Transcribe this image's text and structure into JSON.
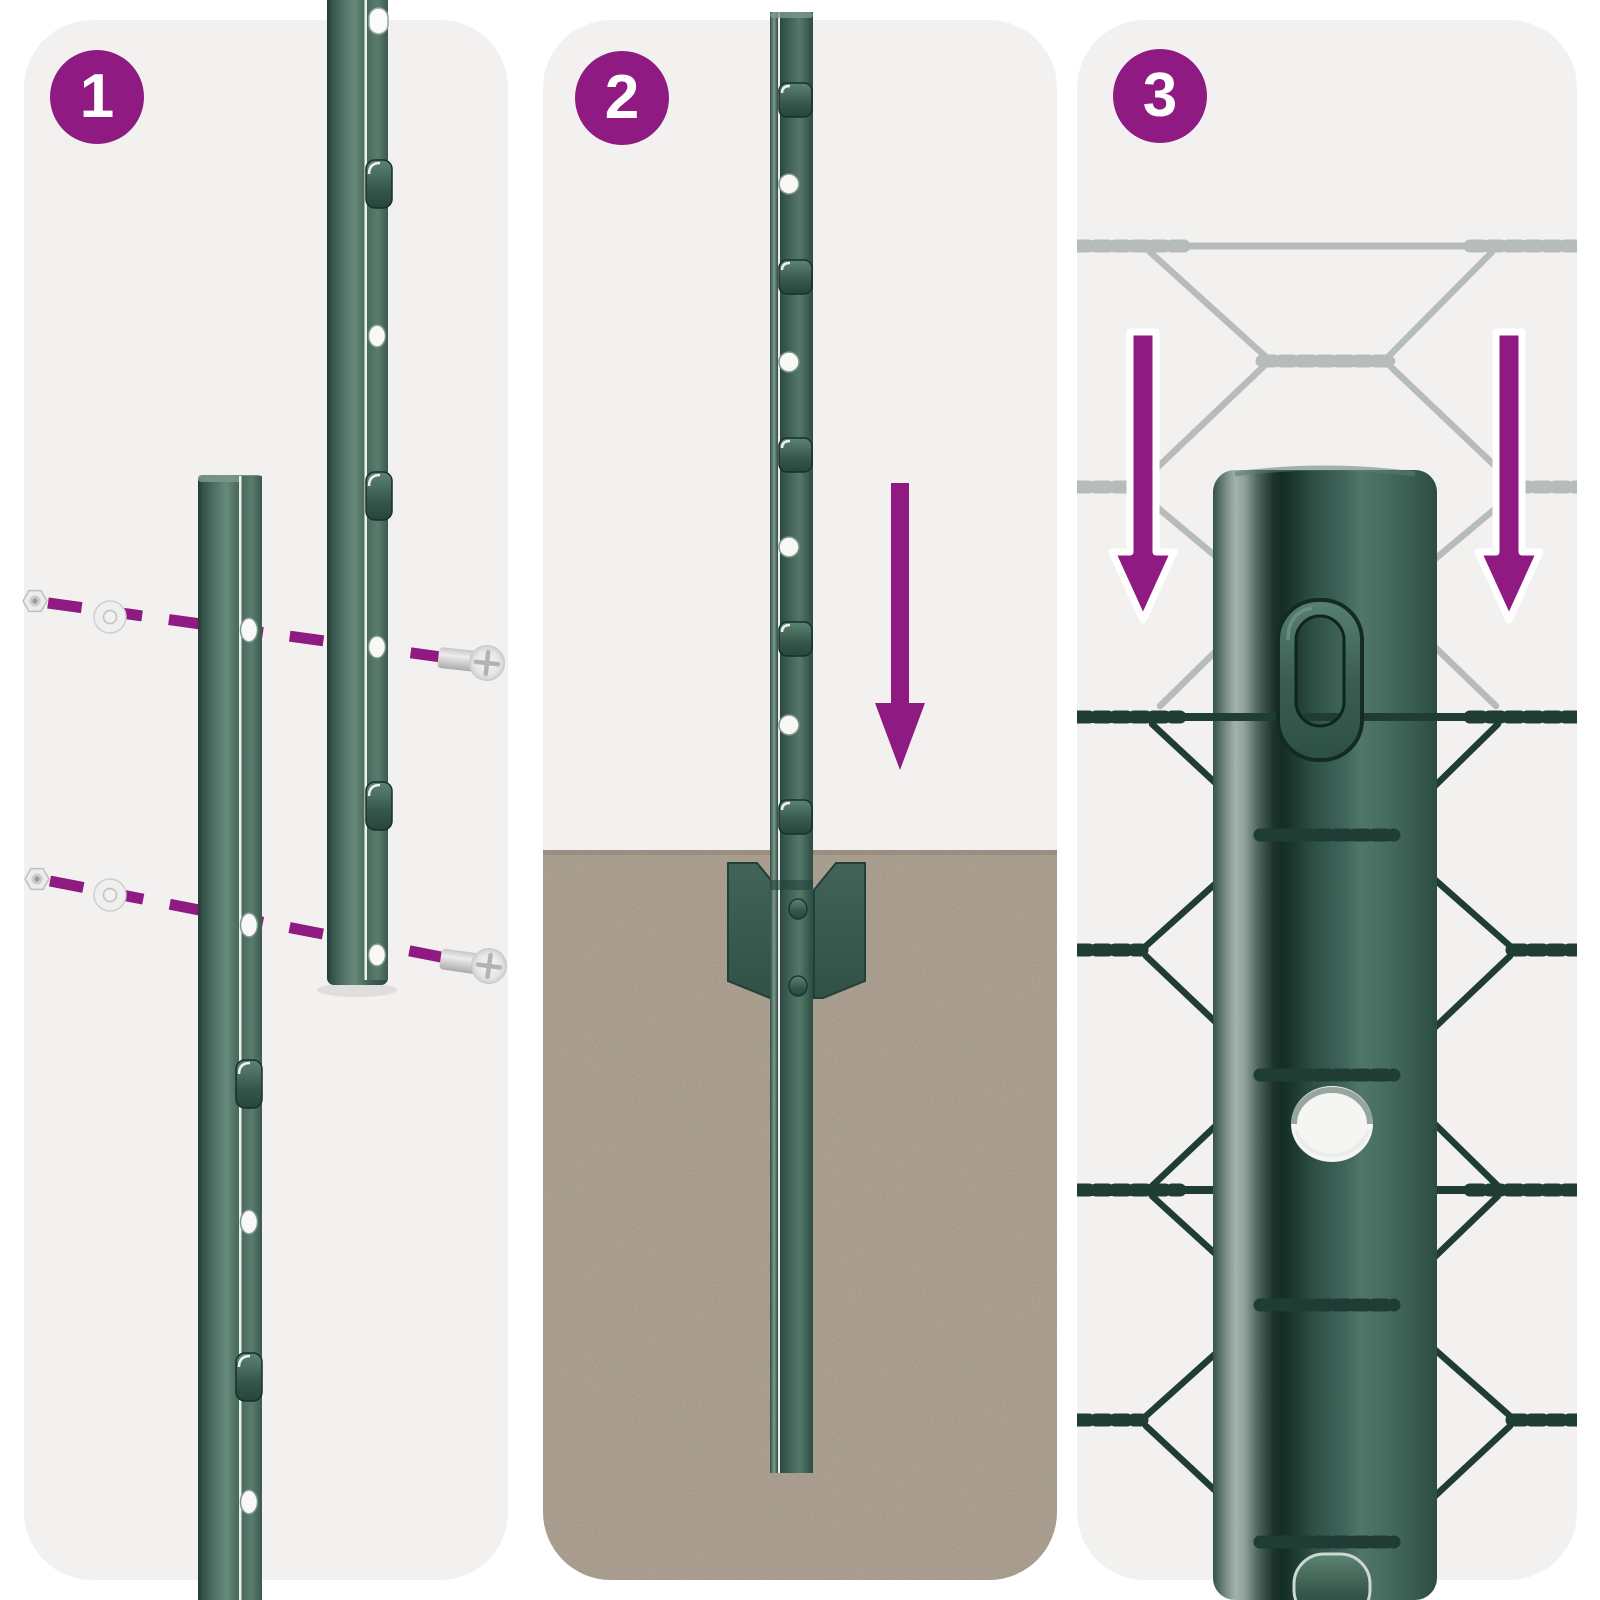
{
  "steps": [
    {
      "badge": "1"
    },
    {
      "badge": "2"
    },
    {
      "badge": "3"
    }
  ],
  "colors": {
    "accent": "#8f1a81",
    "panel_background": "#f2f1f0",
    "post_green": "#3f6054",
    "post_green_dark": "#1f3831",
    "post_highlight": "#6d8e7f",
    "mesh_attached": "#1f3d34",
    "mesh_unattached": "#b6bcba",
    "soil": "#a59786",
    "hardware_metal": "#ececec",
    "outline_white": "#ffffff"
  },
  "icons": {
    "step_badges": [
      "circle-number-1",
      "circle-number-2",
      "circle-number-3"
    ],
    "down_arrow": "down-arrow",
    "screw": "flat-head-screw",
    "hex_nut": "hex-nut",
    "washer": "washer"
  }
}
